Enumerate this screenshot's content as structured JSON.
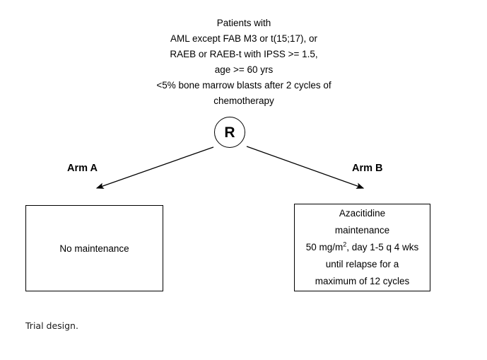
{
  "figure": {
    "caption": "Trial design.",
    "background_color": "#ffffff",
    "line_color": "#000000"
  },
  "eligibility": {
    "lines": [
      "Patients with",
      "AML except FAB M3 or t(15;17), or",
      "RAEB or RAEB-t with IPSS >= 1.5,",
      "age >= 60 yrs",
      "<5% bone marrow blasts after 2 cycles of",
      "chemotherapy"
    ]
  },
  "randomization": {
    "label": "R"
  },
  "arms": [
    {
      "label": "Arm A",
      "box_lines": [
        "No maintenance"
      ]
    },
    {
      "label": "Arm B",
      "box_lines": [
        "Azacitidine",
        "maintenance",
        "50 mg/m2, day 1-5 q 4 wks",
        "until relapse for a",
        "maximum of 12 cycles"
      ],
      "box_line_1": "Azacitidine",
      "box_line_2": "maintenance",
      "box_line_3_prefix": "50 mg/m",
      "box_line_3_sup": "2",
      "box_line_3_suffix": ", day 1-5 q 4 wks",
      "box_line_4": "until relapse for a",
      "box_line_5": "maximum of 12 cycles"
    }
  ]
}
